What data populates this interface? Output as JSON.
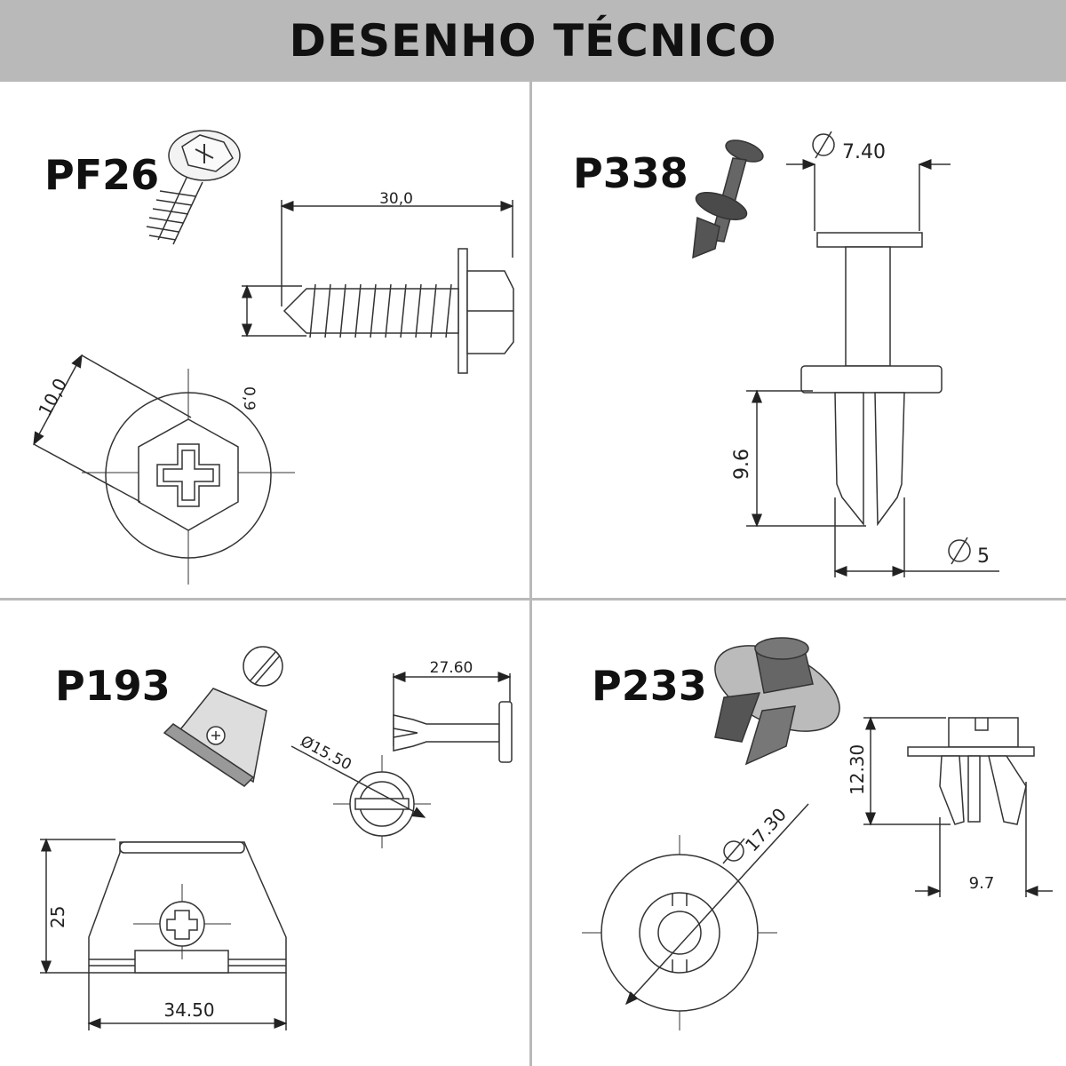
{
  "header": {
    "title": "DESENHO TÉCNICO"
  },
  "parts": [
    {
      "name": "PF26",
      "dims": {
        "length": "30,0",
        "diameter": "0,9",
        "head": "10,0"
      }
    },
    {
      "name": "P338",
      "dims": {
        "head_diameter": "7.40",
        "height": "9.6",
        "shank_diameter": "5"
      }
    },
    {
      "name": "P193",
      "dims": {
        "length": "27.60",
        "diameter": "15.50",
        "height": "25",
        "width": "34.50"
      }
    },
    {
      "name": "P233",
      "dims": {
        "head_diameter": "17.30",
        "height": "12.30",
        "width": "9.7"
      }
    }
  ]
}
